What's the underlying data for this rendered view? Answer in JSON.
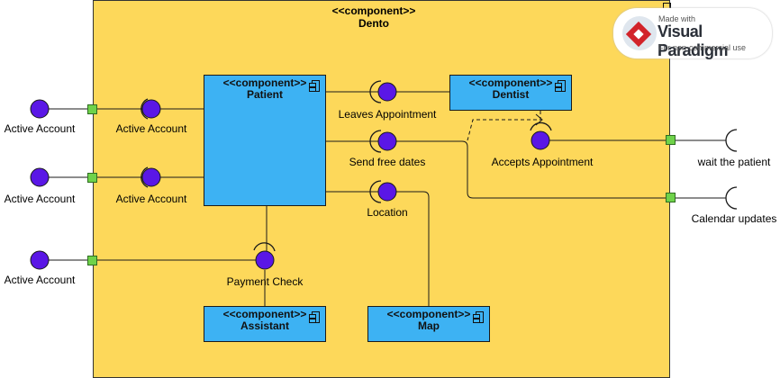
{
  "component_stereotype": "<<component>>",
  "boundary": {
    "name": "Dento"
  },
  "components": {
    "patient": "Patient",
    "dentist": "Dentist",
    "assistant": "Assistant",
    "map": "Map"
  },
  "external_interfaces": {
    "left": [
      "Active Account",
      "Active Account",
      "Active Account"
    ],
    "right": [
      "wait the patient",
      "Calendar updates"
    ]
  },
  "interfaces": {
    "active_account_1": "Active Account",
    "active_account_2": "Active Account",
    "payment_check": "Payment Check",
    "leaves_appointment": "Leaves Appointment",
    "send_free_dates": "Send free dates",
    "location": "Location",
    "accepts_appointment": "Accepts Appointment"
  },
  "watermark": {
    "line1": "Made with",
    "brand": "Visual Paradigm",
    "line3": "For non-commercial use"
  },
  "colors": {
    "boundary": "#fdd85a",
    "component": "#3db2f3",
    "interface": "#5a17e6",
    "port": "#6fd24a"
  }
}
